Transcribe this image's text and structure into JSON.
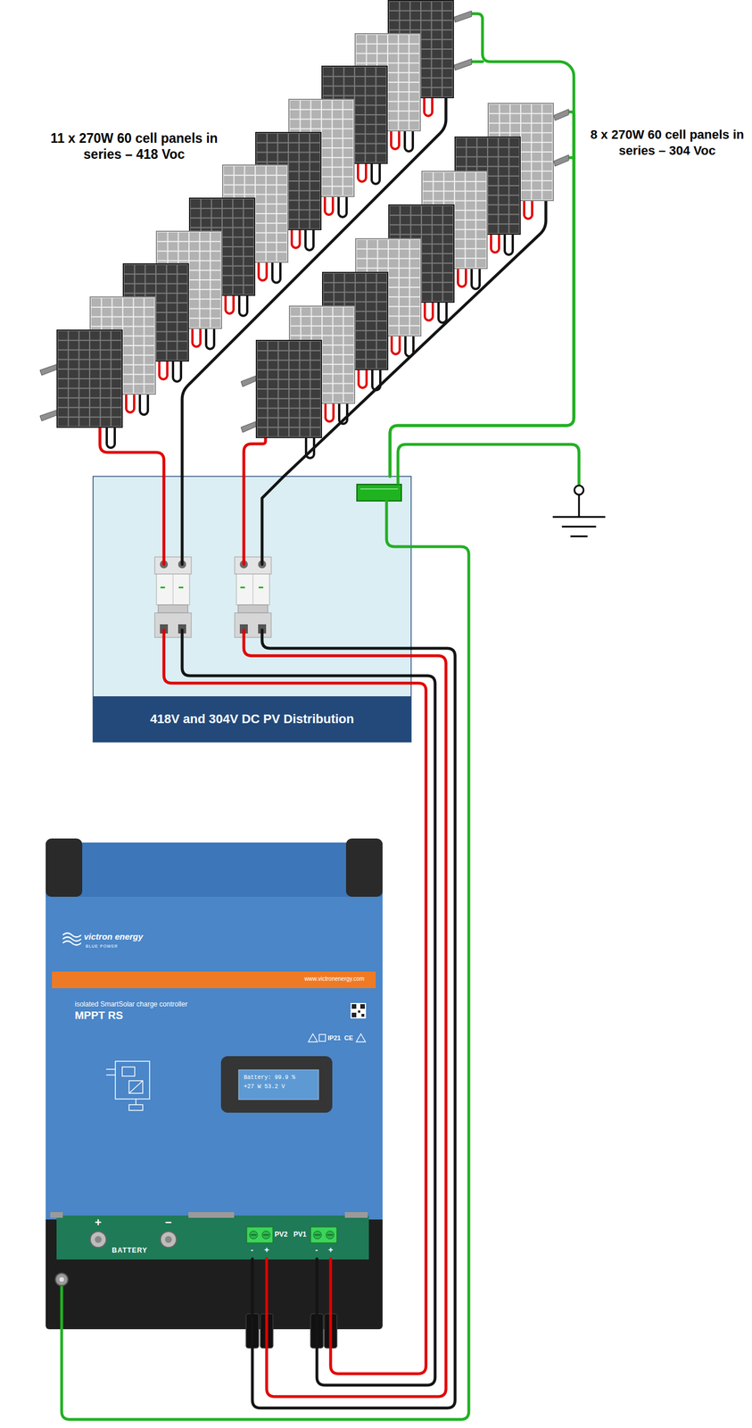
{
  "diagram": {
    "nodes": [
      {
        "text": [
          "11 x 270W 60 cell panels in series – 418 Voc"
        ]
      },
      {
        "text": [
          "8 x 270W 60 cell panels in series – 304 Voc"
        ]
      },
      {
        "text": [
          "418V and 304V DC PV Distribution"
        ]
      },
      {
        "text": [
          "victron energy",
          "BLUE POWER",
          "www.victronenergy.com",
          "isolated SmartSolar charge controller",
          "MPPT RS",
          "IP21",
          "CE"
        ]
      },
      {
        "text": [
          "Battery: 99.9 %",
          "+27 W 53.2 V"
        ],
        "in": 3
      },
      {
        "text": [
          "+",
          "−",
          "BATTERY"
        ],
        "in": 3
      },
      {
        "text": [
          "PV2",
          "-",
          "+"
        ],
        "in": 3
      },
      {
        "text": [
          "PV1",
          "-",
          "+"
        ],
        "in": 3
      }
    ],
    "edges": [
      {
        "from": 0,
        "to": 2,
        "arrow": "none"
      },
      {
        "from": 1,
        "to": 2,
        "arrow": "none"
      },
      {
        "from": 2,
        "to": 7,
        "arrow": "none"
      },
      {
        "from": 2,
        "to": 6,
        "arrow": "none"
      },
      {
        "from": 0,
        "to": 2,
        "arrow": "none"
      },
      {
        "from": 1,
        "to": 2,
        "arrow": "none"
      },
      {
        "from": 2,
        "to": 3,
        "arrow": "none"
      }
    ]
  }
}
